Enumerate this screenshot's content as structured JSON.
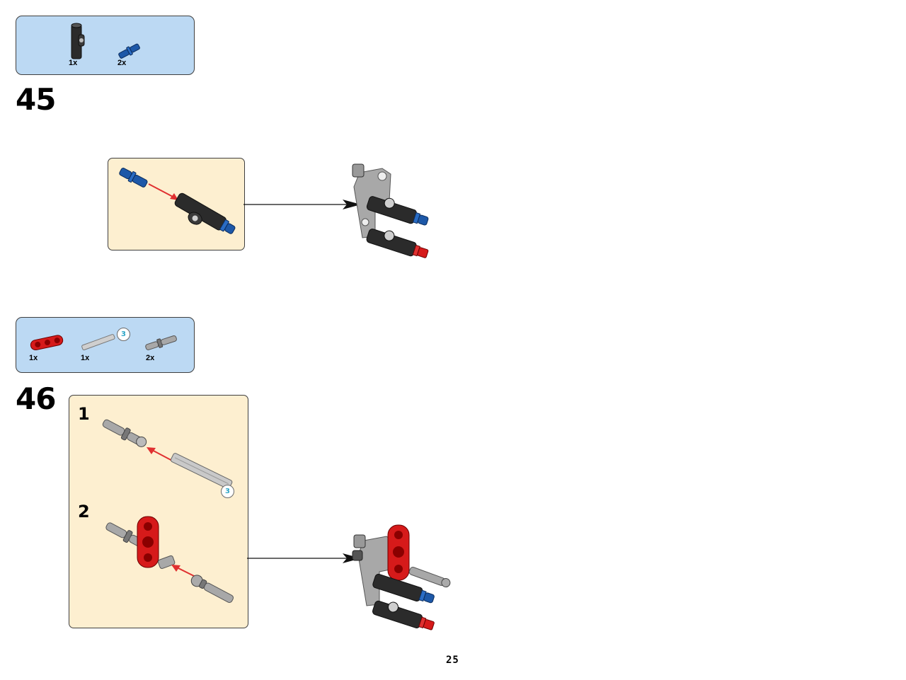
{
  "step45": {
    "number": "45",
    "parts": [
      {
        "name": "black connector",
        "qty": "1x"
      },
      {
        "name": "blue pin",
        "qty": "2x"
      }
    ]
  },
  "step46": {
    "number": "46",
    "parts": [
      {
        "name": "red connector",
        "qty": "1x"
      },
      {
        "name": "grey axle",
        "qty": "1x",
        "badge": "3"
      },
      {
        "name": "grey pin",
        "qty": "2x"
      }
    ],
    "substeps": [
      {
        "number": "1",
        "badge": "3"
      },
      {
        "number": "2"
      }
    ]
  },
  "page_number": "25",
  "colors": {
    "parts_box": "#bcd9f3",
    "sub_box": "#fdefd0",
    "arrow_red": "#e03030",
    "brick_black": "#2b2b2b",
    "brick_blue": "#1d58a8",
    "brick_red": "#d61a1a",
    "brick_grey": "#a8a8a8"
  }
}
